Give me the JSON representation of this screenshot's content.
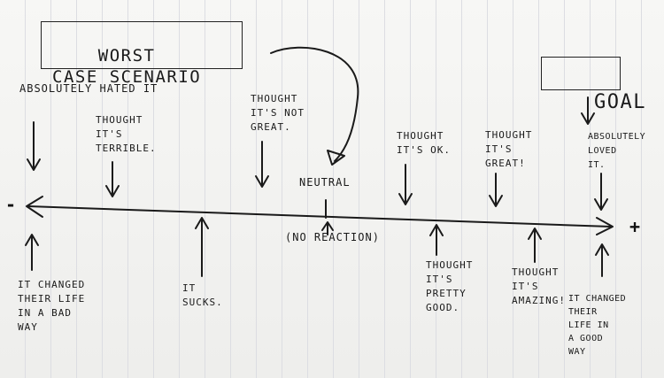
{
  "worst_case": "WORST\nCASE SCENARIO",
  "goal": "GOAL",
  "minus_sign": "-",
  "plus_sign": "+",
  "above": {
    "absolutely_hated": "ABSOLUTELY HATED IT",
    "terrible": "THOUGHT\nIT'S\nTERRIBLE.",
    "not_great": "THOUGHT\nIT'S NOT\nGREAT.",
    "neutral": "NEUTRAL",
    "ok": "THOUGHT\nIT'S OK.",
    "great": "THOUGHT\nIT'S\nGREAT!",
    "loved": "ABSOLUTELY\nLOVED\nIT."
  },
  "below": {
    "bad_way": "IT CHANGED\nTHEIR LIFE\nIN A BAD\nWAY",
    "sucks": "IT\nSUCKS.",
    "no_reaction": "(NO REACTION)",
    "pretty_good": "THOUGHT\nIT'S\nPRETTY\nGOOD.",
    "amazing": "THOUGHT\nIT'S\nAMAZING!",
    "good_way": "IT CHANGED\nTHEIR\nLIFE IN\nA GOOD\nWAY"
  }
}
